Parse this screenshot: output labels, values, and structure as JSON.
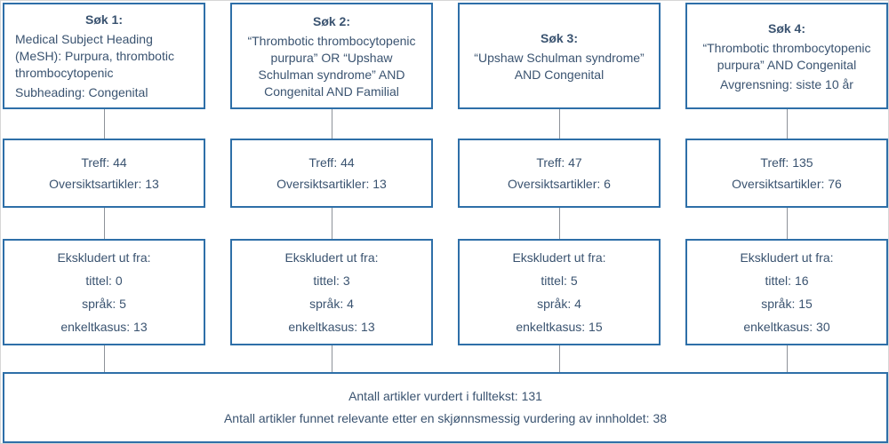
{
  "colors": {
    "box_border": "#2e6fa8",
    "text": "#3a5370",
    "connector": "#8d9299",
    "background": "#ffffff"
  },
  "columns": [
    {
      "search": {
        "title": "Søk 1:",
        "paragraphs": [
          "Medical Subject Heading (MeSH): Purpura, thrombotic thrombocytopenic",
          "Subheading: Congenital"
        ]
      },
      "results": {
        "lines": [
          "Treff: 44",
          "Oversiktsartikler: 13"
        ]
      },
      "excluded": {
        "lines": [
          "Ekskludert ut fra:",
          "tittel: 0",
          "språk: 5",
          "enkeltkasus: 13"
        ]
      }
    },
    {
      "search": {
        "title": "Søk 2:",
        "paragraphs": [
          "“Thrombotic thrombocytopenic purpura” OR “Upshaw Schulman syndrome” AND Congenital AND Familial"
        ]
      },
      "results": {
        "lines": [
          "Treff: 44",
          "Oversiktsartikler: 13"
        ]
      },
      "excluded": {
        "lines": [
          "Ekskludert ut fra:",
          "tittel: 3",
          "språk: 4",
          "enkeltkasus: 13"
        ]
      }
    },
    {
      "search": {
        "title": "Søk 3:",
        "paragraphs": [
          "“Upshaw Schulman syndrome” AND Congenital"
        ]
      },
      "results": {
        "lines": [
          "Treff: 47",
          "Oversiktsartikler: 6"
        ]
      },
      "excluded": {
        "lines": [
          "Ekskludert ut fra:",
          "tittel: 5",
          "språk: 4",
          "enkeltkasus: 15"
        ]
      }
    },
    {
      "search": {
        "title": "Søk 4:",
        "paragraphs": [
          "“Thrombotic thrombocytopenic purpura” AND Congenital",
          "Avgrensning: siste 10 år"
        ]
      },
      "results": {
        "lines": [
          "Treff: 135",
          "Oversiktsartikler: 76"
        ]
      },
      "excluded": {
        "lines": [
          "Ekskludert ut fra:",
          "tittel: 16",
          "språk: 15",
          "enkeltkasus: 30"
        ]
      }
    }
  ],
  "summary": {
    "lines": [
      "Antall artikler vurdert i fulltekst: 131",
      "Antall artikler funnet relevante etter en skjønnsmessig vurdering av innholdet: 38"
    ]
  }
}
